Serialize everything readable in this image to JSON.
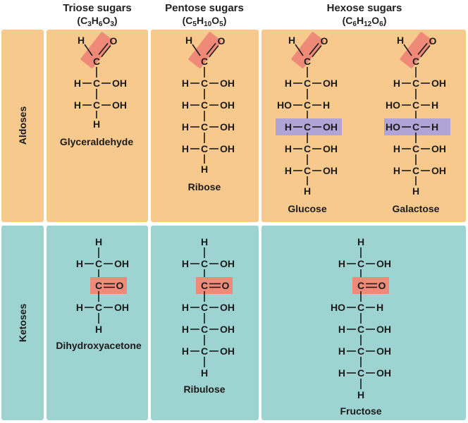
{
  "headers": {
    "triose": {
      "title": "Triose sugars",
      "formula": [
        "C",
        "3",
        "H",
        "6",
        "O",
        "3"
      ]
    },
    "pentose": {
      "title": "Pentose sugars",
      "formula": [
        "C",
        "5",
        "H",
        "10",
        "O",
        "5"
      ]
    },
    "hexose": {
      "title": "Hexose sugars",
      "formula": [
        "C",
        "6",
        "H",
        "12",
        "O",
        "6"
      ]
    }
  },
  "row_labels": {
    "aldoses": "Aldoses",
    "ketoses": "Ketoses"
  },
  "colors": {
    "aldose_bg": "#f8c98c",
    "ketose_bg": "#9dd3d0",
    "carbonyl_highlight": "#ef8a78",
    "stereo_highlight": "#b0a4d6",
    "border": "#ffffff"
  },
  "molecules": {
    "glyceraldehyde": {
      "name": "Glyceraldehyde",
      "type": "aldose",
      "rows": [
        [
          "H",
          "OH"
        ],
        [
          "H",
          "OH"
        ]
      ]
    },
    "ribose": {
      "name": "Ribose",
      "type": "aldose",
      "rows": [
        [
          "H",
          "OH"
        ],
        [
          "H",
          "OH"
        ],
        [
          "H",
          "OH"
        ],
        [
          "H",
          "OH"
        ]
      ]
    },
    "glucose": {
      "name": "Glucose",
      "type": "aldose",
      "rows": [
        [
          "H",
          "OH"
        ],
        [
          "HO",
          "H"
        ],
        [
          "H",
          "OH"
        ],
        [
          "H",
          "OH"
        ],
        [
          "H",
          "OH"
        ]
      ],
      "highlight_row": 2
    },
    "galactose": {
      "name": "Galactose",
      "type": "aldose",
      "rows": [
        [
          "H",
          "OH"
        ],
        [
          "HO",
          "H"
        ],
        [
          "HO",
          "H"
        ],
        [
          "H",
          "OH"
        ],
        [
          "H",
          "OH"
        ]
      ],
      "highlight_row": 2
    },
    "dihydroxyacetone": {
      "name": "Dihydroxyacetone",
      "type": "ketose",
      "rows_above": [
        [
          "H",
          "OH"
        ]
      ],
      "rows_below": [
        [
          "H",
          "OH"
        ]
      ]
    },
    "ribulose": {
      "name": "Ribulose",
      "type": "ketose",
      "rows_above": [
        [
          "H",
          "OH"
        ]
      ],
      "rows_below": [
        [
          "H",
          "OH"
        ],
        [
          "H",
          "OH"
        ],
        [
          "H",
          "OH"
        ]
      ]
    },
    "fructose": {
      "name": "Fructose",
      "type": "ketose",
      "rows_above": [
        [
          "H",
          "OH"
        ]
      ],
      "rows_below": [
        [
          "HO",
          "H"
        ],
        [
          "H",
          "OH"
        ],
        [
          "H",
          "OH"
        ],
        [
          "H",
          "OH"
        ]
      ]
    }
  },
  "atoms": {
    "carbon": "C",
    "oxygen": "O",
    "hydrogen": "H"
  }
}
